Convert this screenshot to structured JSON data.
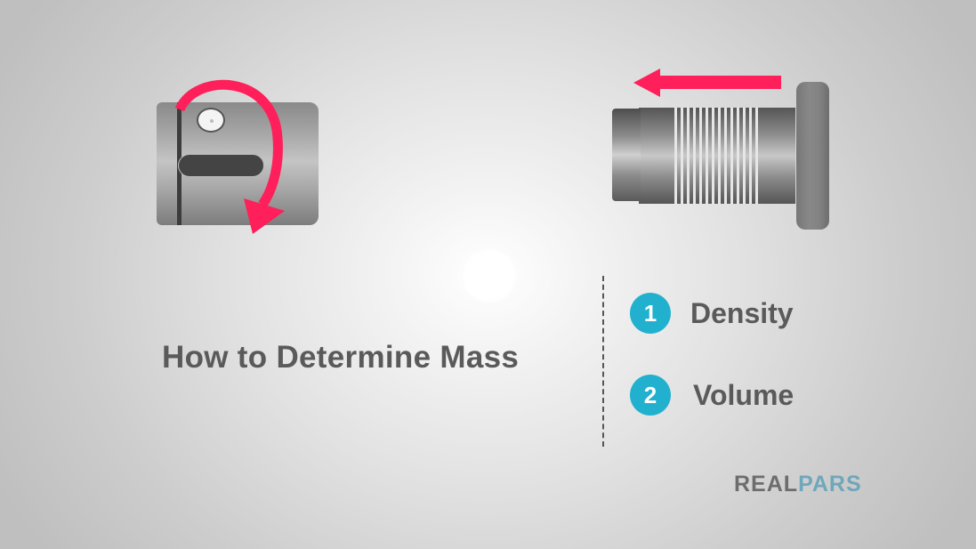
{
  "title": "How to Determine Mass",
  "methods": [
    {
      "number": "1",
      "label": "Density"
    },
    {
      "number": "2",
      "label": "Volume"
    }
  ],
  "logo": {
    "part1": "REAL",
    "part2": "PARS"
  },
  "colors": {
    "accent_arrow": "#ff1f5a",
    "badge": "#21b1cf",
    "text": "#5a5a5a",
    "logo_gray": "#6d6d6d",
    "logo_blue": "#6fa7bb"
  },
  "illustrations": {
    "left": "rotating-cylinder-device",
    "right": "threaded-sensor-device"
  }
}
